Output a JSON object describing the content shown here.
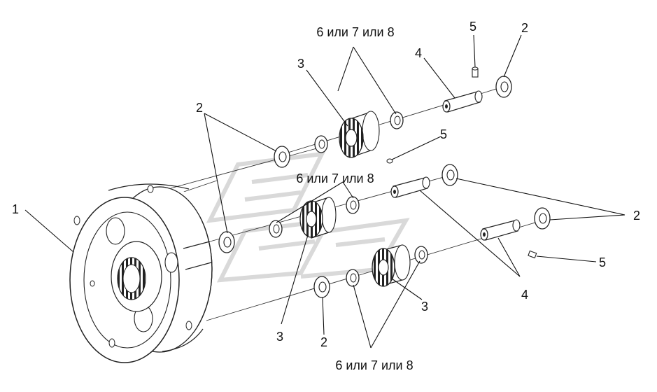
{
  "callouts": {
    "part_1": "1",
    "part_2_left": "2",
    "part_2_top_right": "2",
    "part_2_right": "2",
    "part_2_bottom": "2",
    "part_3_top": "3",
    "part_3_bottom_left": "3",
    "part_3_bottom_right": "3",
    "part_4_top": "4",
    "part_4_right": "4",
    "part_5_top": "5",
    "part_5_middle": "5",
    "part_5_right": "5",
    "alt_6_7_8_top": "6 или 7 или 8",
    "alt_6_7_8_middle": "6 или 7 или 8",
    "alt_6_7_8_bottom": "6 или 7 или 8"
  },
  "colors": {
    "line": "#111111",
    "watermark": "#d0d0d0"
  }
}
